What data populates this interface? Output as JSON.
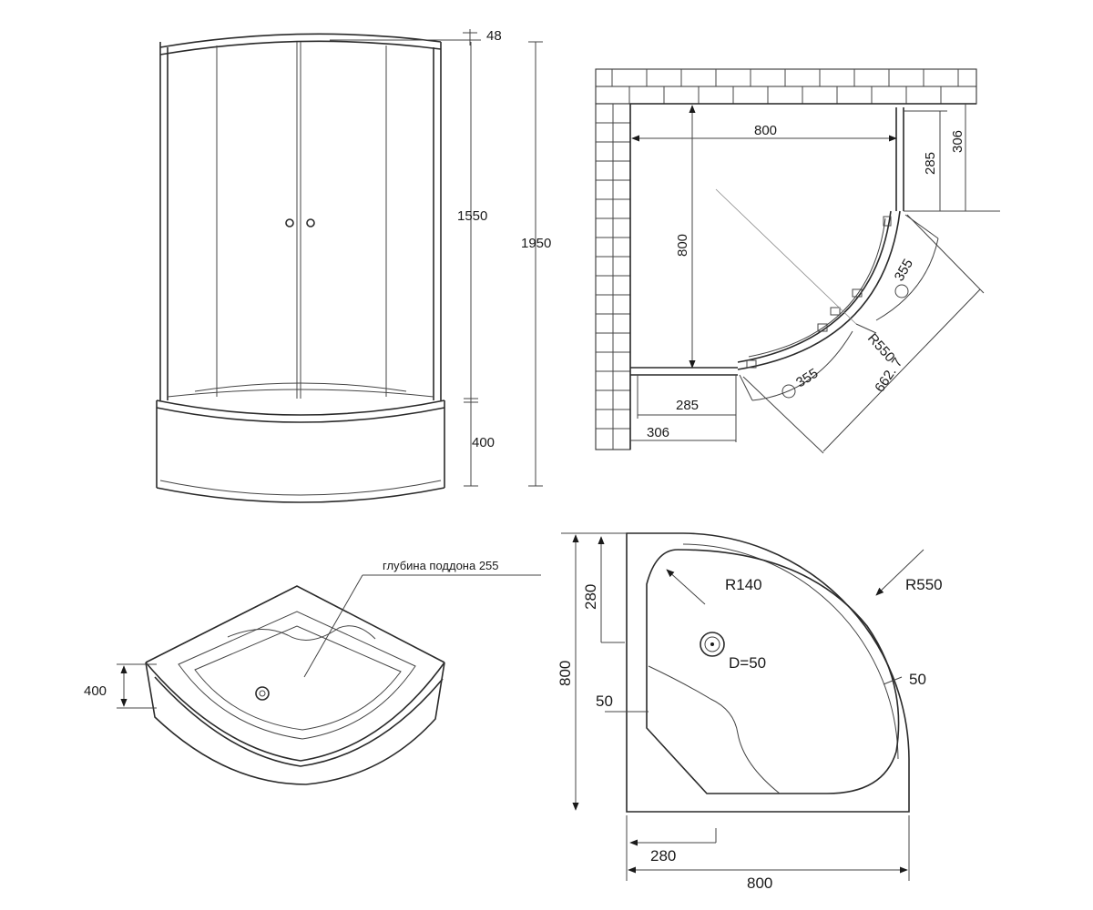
{
  "front_view": {
    "dims": {
      "top_arc": "48",
      "glass_height": "1550",
      "total_height": "1950",
      "tray_height": "400"
    }
  },
  "plan_view": {
    "dims": {
      "width": "800",
      "depth": "800",
      "side_285_right": "285",
      "side_306_right": "306",
      "side_285_bottom": "285",
      "side_306_bottom": "306",
      "radius": "R550",
      "door_a": "355",
      "door_b": "355",
      "diagonal": "662. 7"
    }
  },
  "tray_view": {
    "depth_note": "глубина поддона 255",
    "height": "400"
  },
  "tray_plan": {
    "dims": {
      "inner_radius": "R140",
      "outer_radius": "R550",
      "drain": "D=50",
      "rim_right": "50",
      "rim_left": "50",
      "offset_top": "280",
      "depth": "800",
      "offset_bottom": "280",
      "width": "800"
    }
  }
}
